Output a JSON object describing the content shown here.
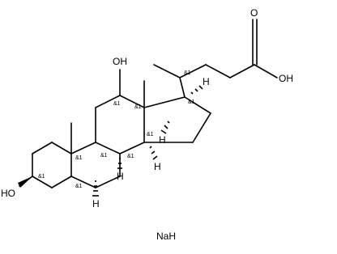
{
  "labels": {
    "oxo": "O",
    "acid_oh": "OH",
    "oh_12": "OH",
    "oh_3": "HO",
    "salt": "NaH",
    "h": "H",
    "stereo": "&1"
  }
}
